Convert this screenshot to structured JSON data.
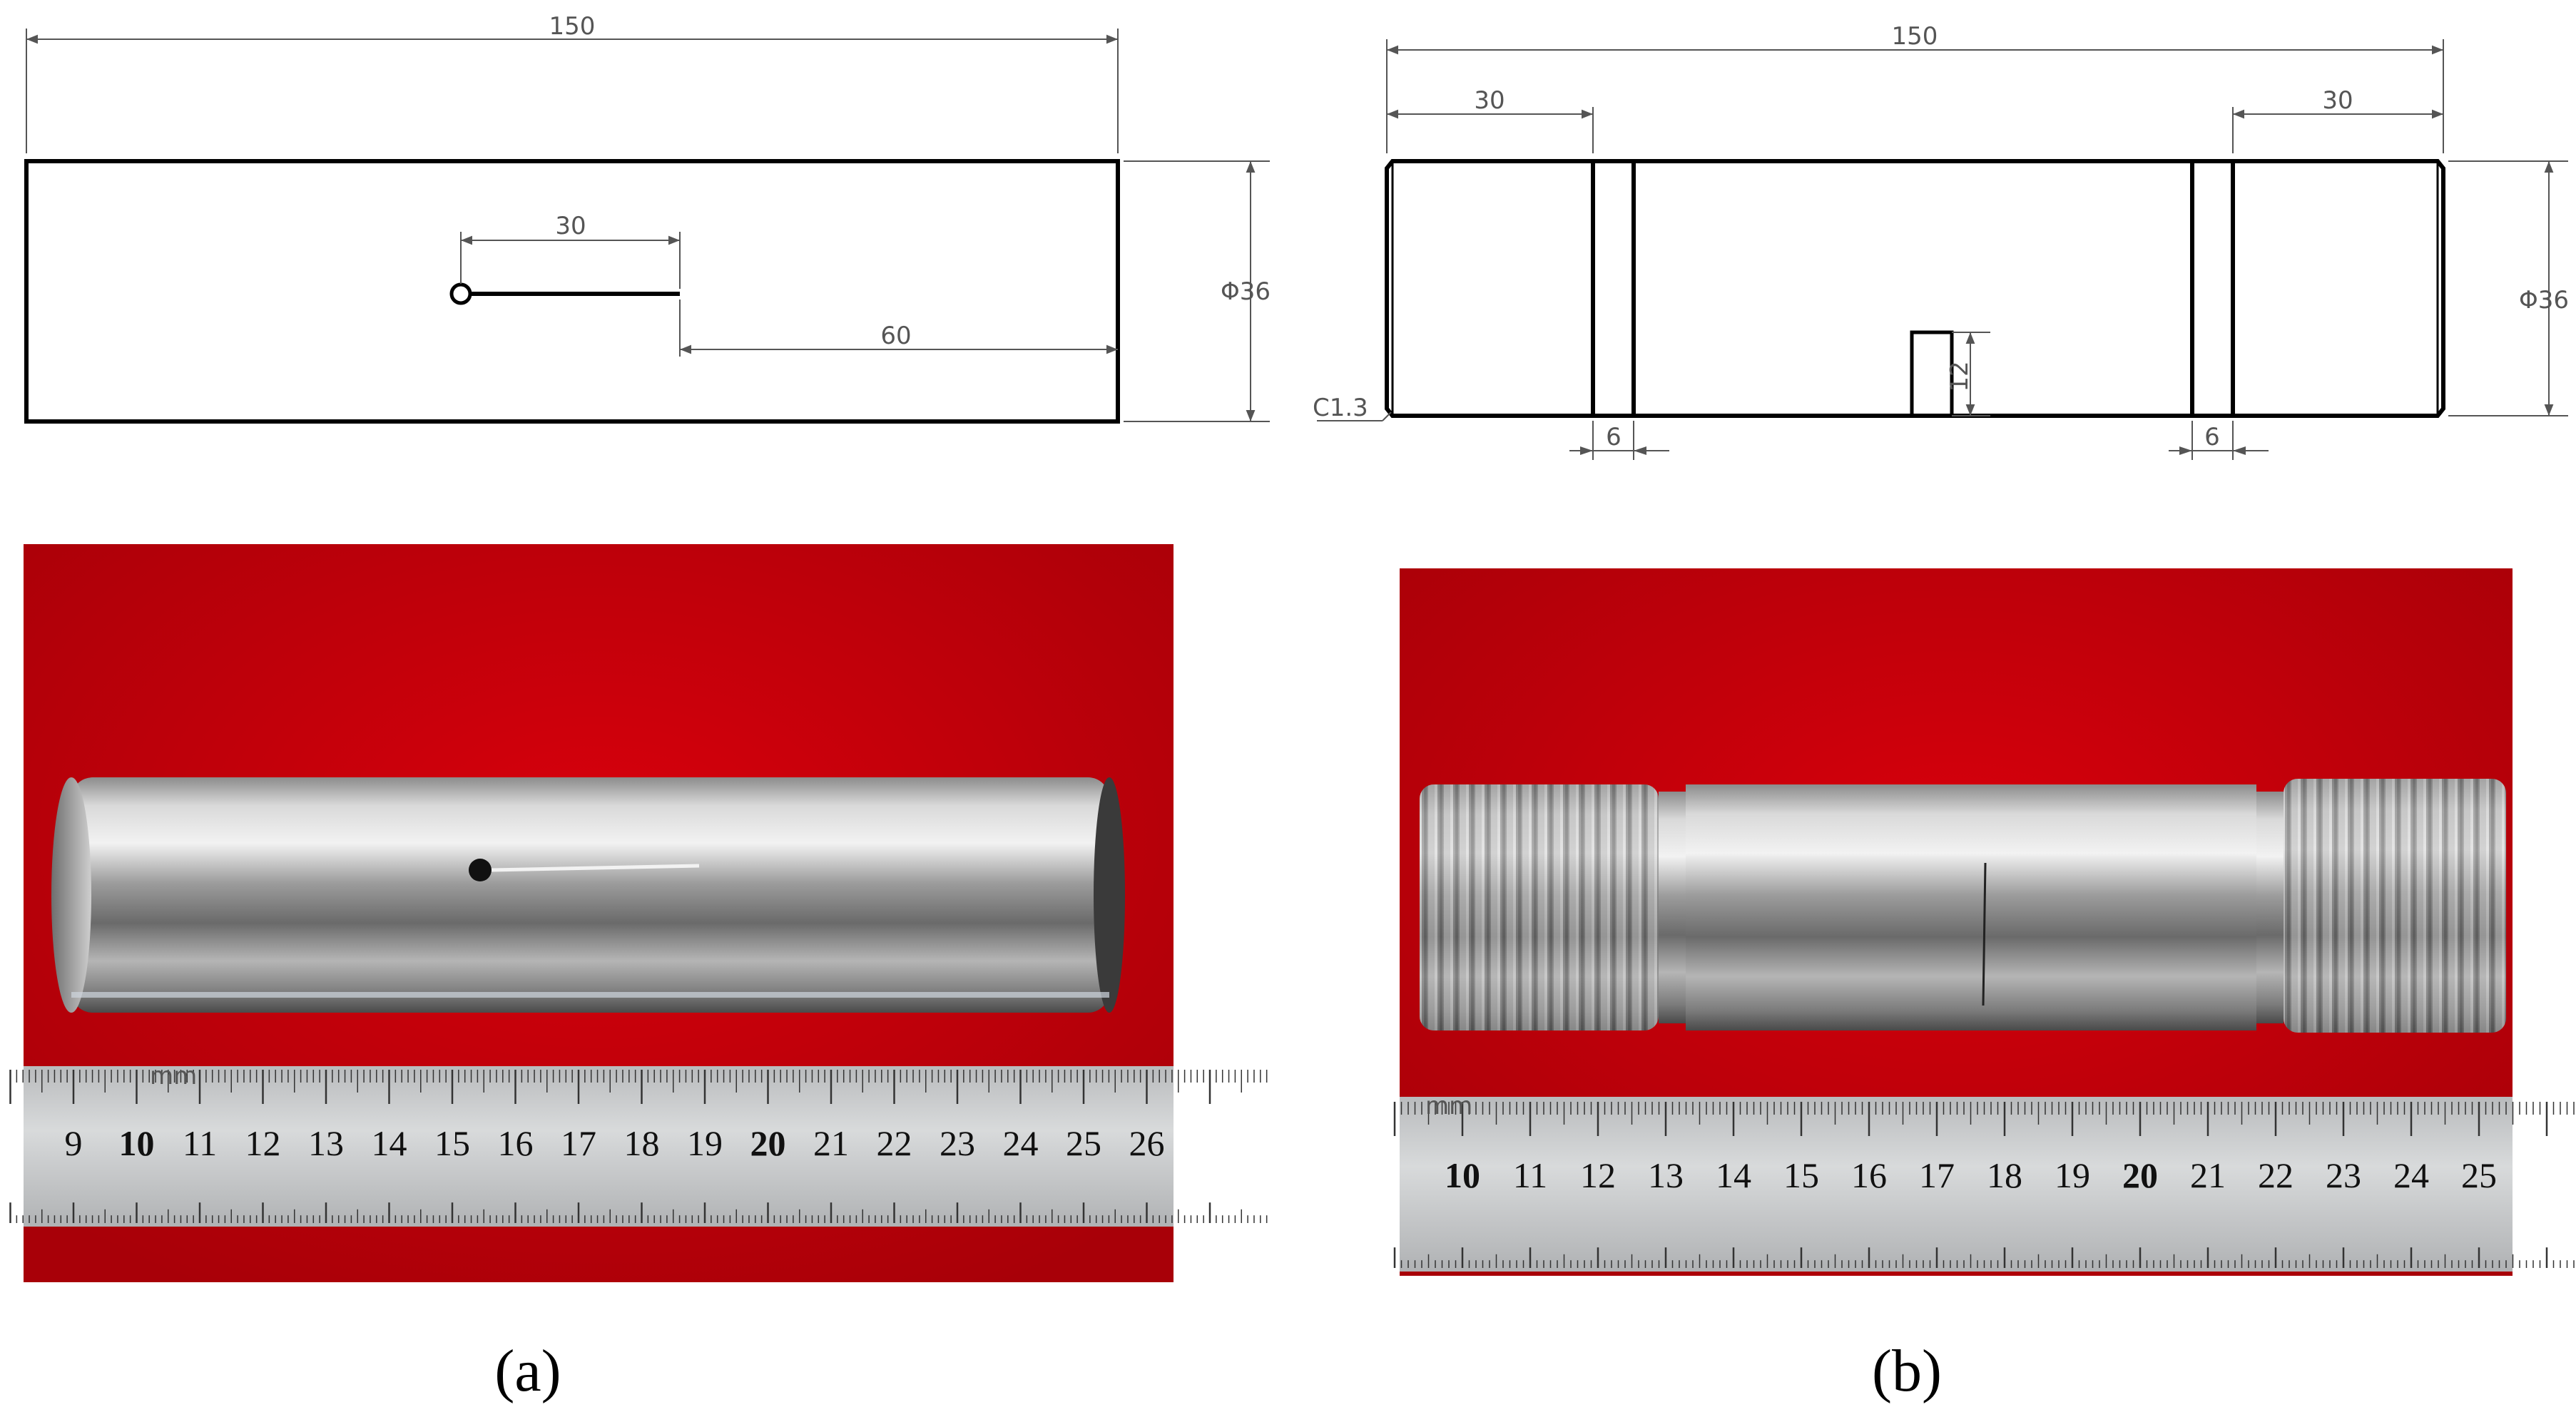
{
  "panel_a": {
    "caption": "(a)",
    "drawing": {
      "overall_length": "150",
      "diameter": "Φ36",
      "crack_length": "30",
      "crack_position": "60"
    },
    "ruler": {
      "unit": "mm",
      "numbers": [
        "9",
        "10",
        "11",
        "12",
        "13",
        "14",
        "15",
        "16",
        "17",
        "18",
        "19",
        "20",
        "21",
        "22",
        "23",
        "24",
        "25",
        "26"
      ]
    }
  },
  "panel_b": {
    "caption": "(b)",
    "drawing": {
      "overall_length": "150",
      "left_thread_length": "30",
      "right_thread_length": "30",
      "diameter": "Φ36",
      "chamfer": "C1.3",
      "left_groove_width": "6",
      "right_groove_width": "6",
      "notch_depth": "12"
    },
    "ruler": {
      "unit": "mm",
      "numbers": [
        "10",
        "11",
        "12",
        "13",
        "14",
        "15",
        "16",
        "17",
        "18",
        "19",
        "20",
        "21",
        "22",
        "23",
        "24",
        "25"
      ]
    }
  },
  "colors": {
    "background_red": "#c8000a",
    "steel_light": "#e6e6e6",
    "steel_dark": "#5e5e5e",
    "ruler": "#c9cbcd"
  }
}
